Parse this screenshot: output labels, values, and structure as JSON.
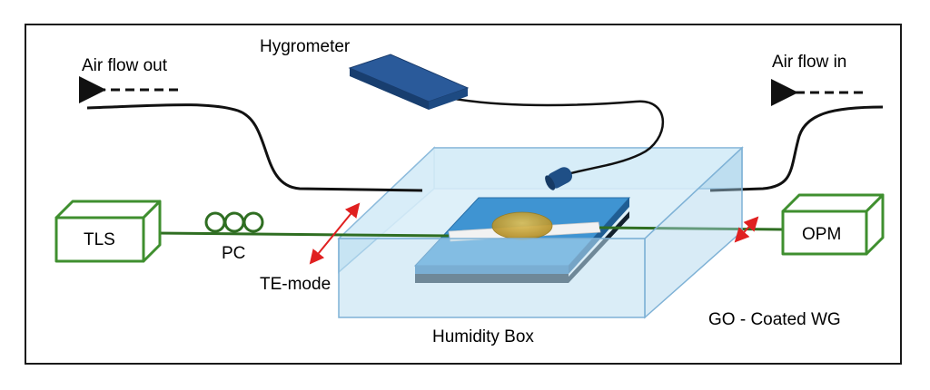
{
  "labels": {
    "hygrometer": "Hygrometer",
    "air_flow_out": "Air flow out",
    "air_flow_in": "Air flow in",
    "tls": "TLS",
    "opm": "OPM",
    "pc": "PC",
    "te_mode": "TE-mode",
    "humidity_box": "Humidity Box",
    "go_coated_wg": "GO - Coated WG"
  },
  "colors": {
    "frame": "#1a1a1a",
    "instrument_outline": "#3f8f2f",
    "fiber": "#2f6e22",
    "box_fill": "#bcdff1",
    "box_edge": "#7fb2d6",
    "chip_top": "#3f94d2",
    "chip_side": "#1f5d93",
    "substrate": "#12202d",
    "waveguide": "#f2f2f2",
    "go_coating": "#c9a53a",
    "hygrometer_body": "#244f8c",
    "sensor_probe": "#1f4f86",
    "polarization_arrow": "#e02020",
    "tube": "#111111"
  }
}
